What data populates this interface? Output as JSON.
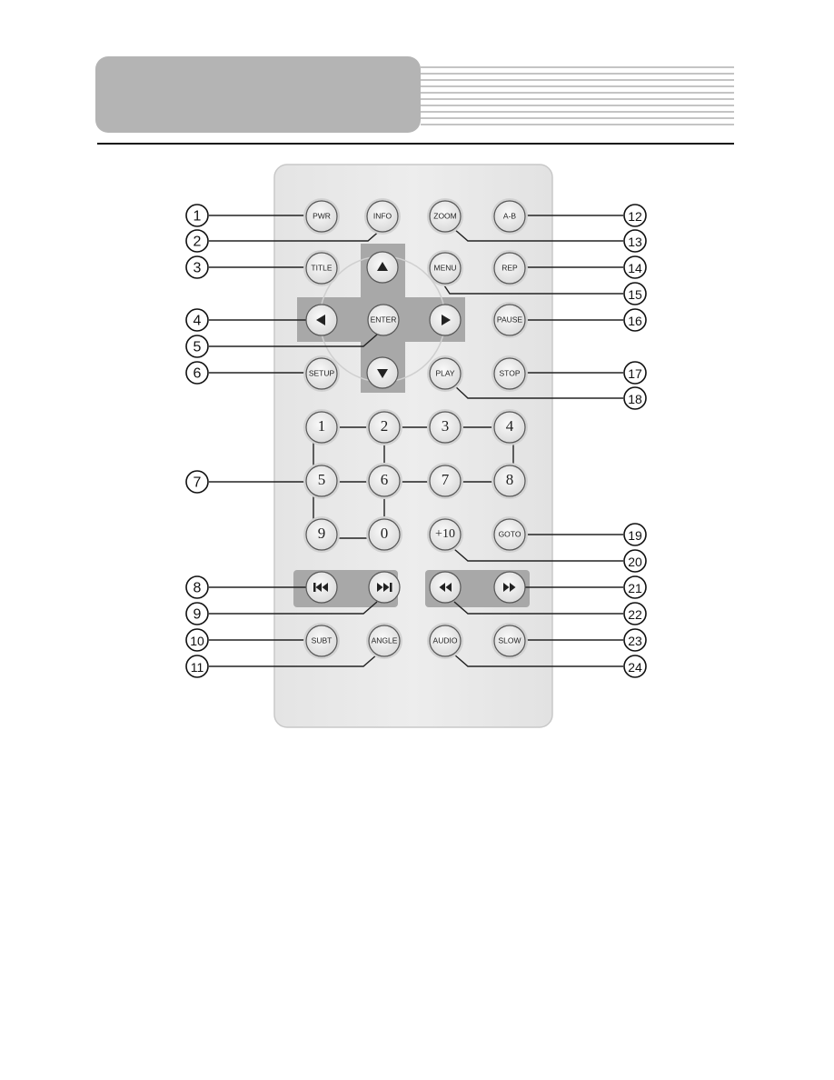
{
  "buttons": {
    "pwr": "PWR",
    "info": "INFO",
    "zoom": "ZOOM",
    "ab": "A-B",
    "title": "TITLE",
    "menu": "MENU",
    "rep": "REP",
    "enter": "ENTER",
    "pause": "PAUSE",
    "setup": "SETUP",
    "play": "PLAY",
    "stop": "STOP",
    "n1": "1",
    "n2": "2",
    "n3": "3",
    "n4": "4",
    "n5": "5",
    "n6": "6",
    "n7": "7",
    "n8": "8",
    "n9": "9",
    "n0": "0",
    "plus10": "+10",
    "goto": "GOTO",
    "subt": "SUBT",
    "angle": "ANGLE",
    "audio": "AUDIO",
    "slow": "SLOW"
  },
  "callouts": {
    "c1": "1",
    "c2": "2",
    "c3": "3",
    "c4": "4",
    "c5": "5",
    "c6": "6",
    "c7": "7",
    "c8": "8",
    "c9": "9",
    "c10": "10",
    "c11": "11",
    "c12": "12",
    "c13": "13",
    "c14": "14",
    "c15": "15",
    "c16": "16",
    "c17": "17",
    "c18": "18",
    "c19": "19",
    "c20": "20",
    "c21": "21",
    "c22": "22",
    "c23": "23",
    "c24": "24"
  },
  "icons": {
    "up": "arrow-up-icon",
    "down": "arrow-down-icon",
    "left": "arrow-left-icon",
    "right": "arrow-right-icon",
    "prev": "skip-previous-icon",
    "next": "skip-next-icon",
    "rew": "rewind-icon",
    "ff": "fast-forward-icon"
  },
  "colors": {
    "header_box": "#b4b4b4",
    "remote_body": "#e8e8e8",
    "dpad": "#a8a8a8",
    "button_face": "#ececec",
    "button_halo": "#d2d2d2",
    "ink": "#111111"
  }
}
